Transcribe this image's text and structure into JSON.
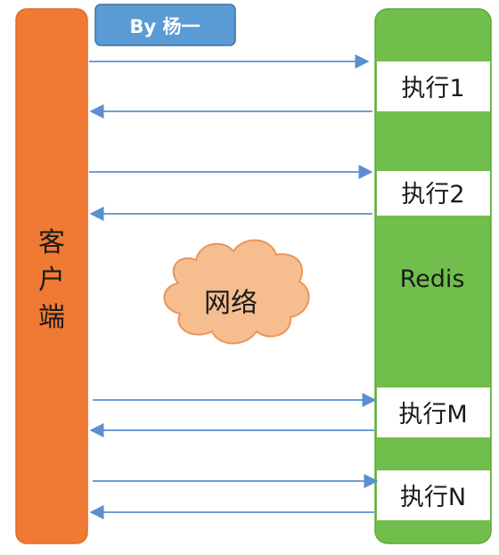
{
  "author_badge": {
    "label": "By 杨一"
  },
  "client": {
    "label_chars": [
      "客",
      "户",
      "端"
    ]
  },
  "server": {
    "label": "Redis"
  },
  "network": {
    "label": "网络"
  },
  "steps": [
    {
      "label": "执行1"
    },
    {
      "label": "执行2"
    },
    {
      "label": "执行M"
    },
    {
      "label": "执行N"
    }
  ],
  "colors": {
    "client_fill": "#F07A33",
    "client_stroke": "#E06D2A",
    "server_fill": "#72BE4D",
    "server_stroke": "#5BA83A",
    "badge_fill": "#5B9BD5",
    "badge_stroke": "#41719C",
    "cloud_fill": "#F6BE8F",
    "cloud_stroke": "#E8955A",
    "arrow": "#5B8FD0",
    "step_box": "#FFFFFF"
  }
}
